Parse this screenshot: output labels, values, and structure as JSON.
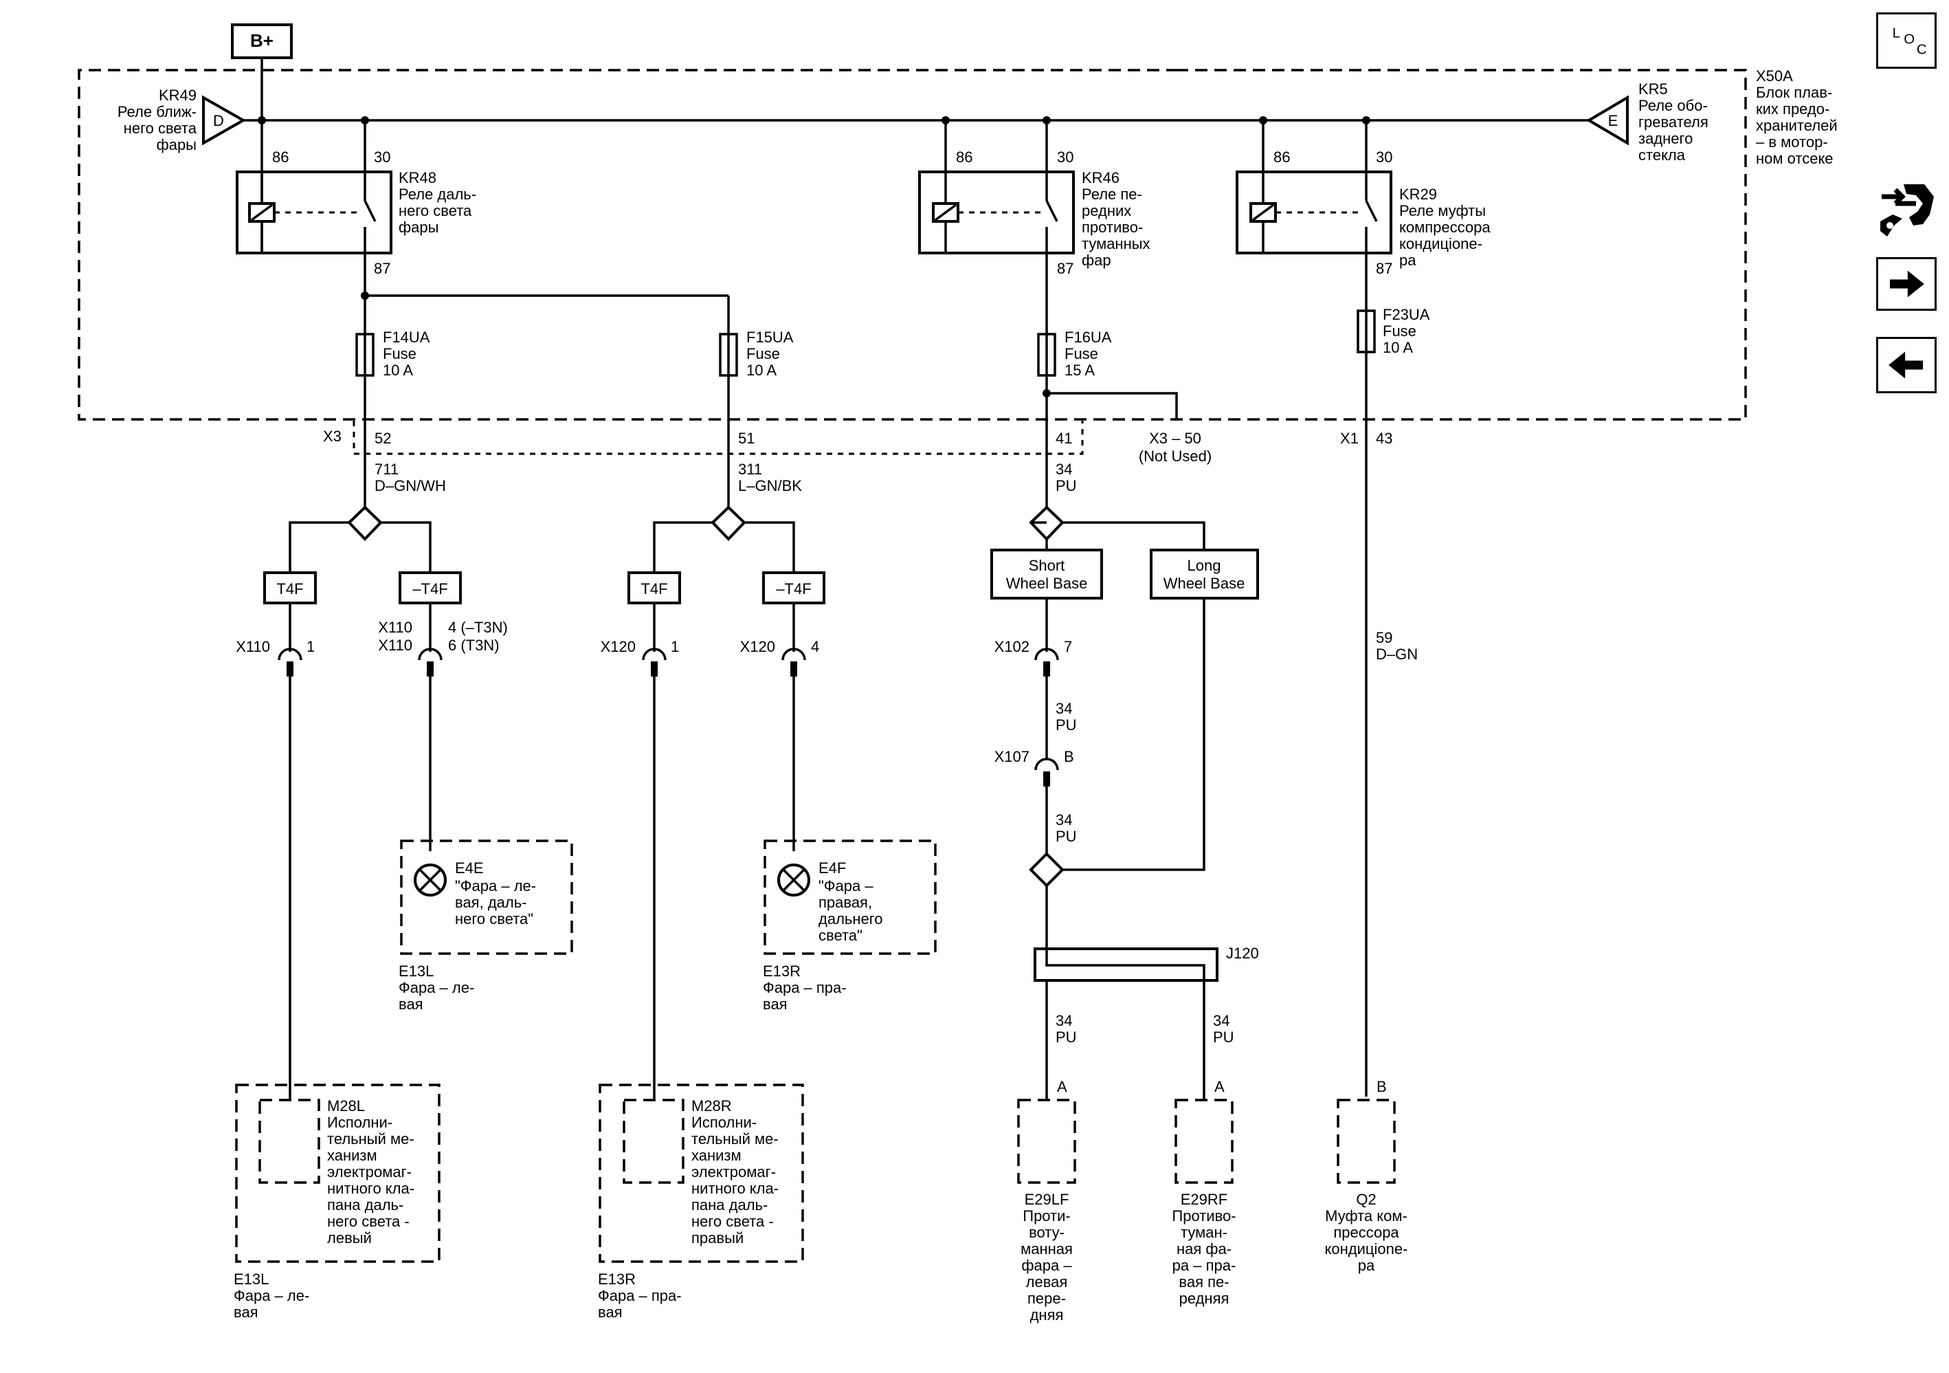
{
  "supply": {
    "label": "B+"
  },
  "block": {
    "name": "X50A",
    "desc": [
      "Блок плав-",
      "ких предо-",
      "хранителей",
      "– в мотор-",
      "ном отсеке"
    ]
  },
  "kr49": {
    "letter": "D",
    "name": "KR49",
    "desc": [
      "Реле ближ-",
      "него света",
      "фары"
    ]
  },
  "kr5": {
    "letter": "E",
    "name": "KR5",
    "desc": [
      "Реле обо-",
      "гревателя",
      "заднего",
      "стекла"
    ]
  },
  "relays": [
    {
      "name": "KR48",
      "pin_a": "86",
      "pin_b": "30",
      "pin_out": "87",
      "desc": [
        "Реле даль-",
        "него света",
        "фары"
      ]
    },
    {
      "name": "KR46",
      "pin_a": "86",
      "pin_b": "30",
      "pin_out": "87",
      "desc": [
        "Реле пе-",
        "редних",
        "противо-",
        "туманных",
        "фар"
      ]
    },
    {
      "name": "KR29",
      "pin_a": "86",
      "pin_b": "30",
      "pin_out": "87",
      "desc": [
        "Реле муфты",
        "компрессора",
        "кондицione-",
        "ра"
      ]
    }
  ],
  "fuses": [
    {
      "name": "F14UA",
      "type": "Fuse",
      "rating": "10 A"
    },
    {
      "name": "F15UA",
      "type": "Fuse",
      "rating": "10 A"
    },
    {
      "name": "F16UA",
      "type": "Fuse",
      "rating": "15 A"
    },
    {
      "name": "F23UA",
      "type": "Fuse",
      "rating": "10 A"
    }
  ],
  "connectors": {
    "x3": "X3",
    "x3_pin1": "52",
    "x3_pin2": "51",
    "x3_pin3": "41",
    "x3_unused": "X3 – 50",
    "x3_unused_note": "(Not Used)",
    "x1": "X1",
    "x1_pin": "43"
  },
  "wires": {
    "w1_num": "711",
    "w1_color": "D–GN/WH",
    "w2_num": "311",
    "w2_color": "L–GN/BK",
    "w3_num": "34",
    "w3_color": "PU",
    "w4_num": "59",
    "w4_color": "D–GN"
  },
  "options": {
    "t4f": "T4F",
    "not_t4f": "–T4F",
    "short_wb": [
      "Short",
      "Wheel Base"
    ],
    "long_wb": [
      "Long",
      "Wheel Base"
    ]
  },
  "inline": {
    "x110": "X110",
    "x110_pin": "1",
    "x110b_a": "X110",
    "x110b_b": "X110",
    "x110b_pin_a": "4 (–T3N)",
    "x110b_pin_b": "6 (T3N)",
    "x120": "X120",
    "x120_pin": "1",
    "x120b": "X120",
    "x120b_pin": "4",
    "x102": "X102",
    "x102_pin": "7",
    "x107": "X107",
    "x107_pin": "B"
  },
  "lamps": [
    {
      "name": "E4E",
      "desc": [
        "\"Фара – ле-",
        "вая, даль-",
        "него света\""
      ],
      "parent": "E13L",
      "parent_desc": [
        "Фара – ле-",
        "вая"
      ]
    },
    {
      "name": "E4F",
      "desc": [
        "\"Фара –",
        "правая,",
        "дальнего",
        "света\""
      ],
      "parent": "E13R",
      "parent_desc": [
        "Фара – пра-",
        "вая"
      ]
    }
  ],
  "actuators": [
    {
      "name": "M28L",
      "desc": [
        "Исполни-",
        "тельный ме-",
        "ханизм",
        "электромаг-",
        "нитного кла-",
        "пана даль-",
        "него света -",
        "левый"
      ],
      "parent": "E13L",
      "parent_desc": [
        "Фара – ле-",
        "вая"
      ]
    },
    {
      "name": "M28R",
      "desc": [
        "Исполни-",
        "тельный ме-",
        "ханизм",
        "электромаг-",
        "нитного кла-",
        "пана даль-",
        "него света -",
        "правый"
      ],
      "parent": "E13R",
      "parent_desc": [
        "Фара – пра-",
        "вая"
      ]
    }
  ],
  "splice": {
    "name": "J120"
  },
  "loads": [
    {
      "pin": "A",
      "name": "E29LF",
      "desc": [
        "Проти-",
        "воту-",
        "манная",
        "фара –",
        "левая",
        "пере-",
        "дняя"
      ]
    },
    {
      "pin": "A",
      "name": "E29RF",
      "desc": [
        "Противо-",
        "туман-",
        "ная фа-",
        "ра – пра-",
        "вая пе-",
        "редняя"
      ]
    },
    {
      "pin": "B",
      "name": "Q2",
      "desc": [
        "Муфта ком-",
        "прессора",
        "кондицione-",
        "ра"
      ]
    }
  ],
  "nav": {
    "loc": "L O C",
    "icons": [
      "component-locator-icon",
      "service-wrench-icon",
      "next-page-arrow-icon",
      "previous-page-arrow-icon"
    ]
  }
}
